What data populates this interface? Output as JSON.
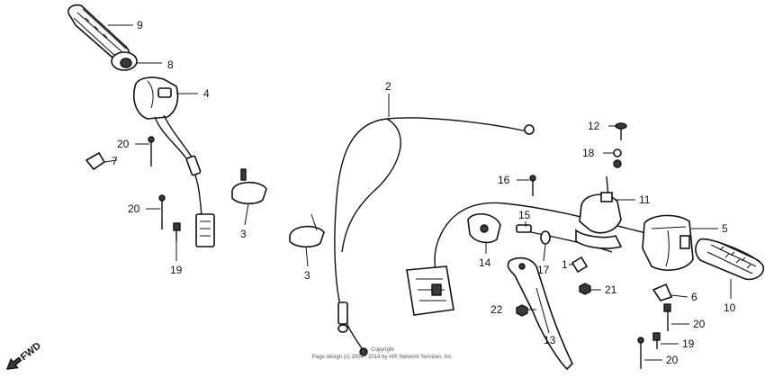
{
  "callouts": [
    {
      "id": "c1",
      "label": "1"
    },
    {
      "id": "c2",
      "label": "2"
    },
    {
      "id": "c3a",
      "label": "3"
    },
    {
      "id": "c3b",
      "label": "3"
    },
    {
      "id": "c4",
      "label": "4"
    },
    {
      "id": "c5",
      "label": "5"
    },
    {
      "id": "c6",
      "label": "6"
    },
    {
      "id": "c7",
      "label": "7"
    },
    {
      "id": "c8",
      "label": "8"
    },
    {
      "id": "c9",
      "label": "9"
    },
    {
      "id": "c10",
      "label": "10"
    },
    {
      "id": "c11",
      "label": "11"
    },
    {
      "id": "c12",
      "label": "12"
    },
    {
      "id": "c13",
      "label": "13"
    },
    {
      "id": "c14",
      "label": "14"
    },
    {
      "id": "c15",
      "label": "15"
    },
    {
      "id": "c16",
      "label": "16"
    },
    {
      "id": "c17",
      "label": "17"
    },
    {
      "id": "c18",
      "label": "18"
    },
    {
      "id": "c19a",
      "label": "19"
    },
    {
      "id": "c19b",
      "label": "19"
    },
    {
      "id": "c20a",
      "label": "20"
    },
    {
      "id": "c20b",
      "label": "20"
    },
    {
      "id": "c20c",
      "label": "20"
    },
    {
      "id": "c20d",
      "label": "20"
    },
    {
      "id": "c21",
      "label": "21"
    },
    {
      "id": "c22",
      "label": "22"
    }
  ],
  "fwd_label": "FWD",
  "copyright_line1": "Copyright",
  "copyright_line2": "Page design (c) 2004 - 2014 by ARI Network Services, Inc."
}
